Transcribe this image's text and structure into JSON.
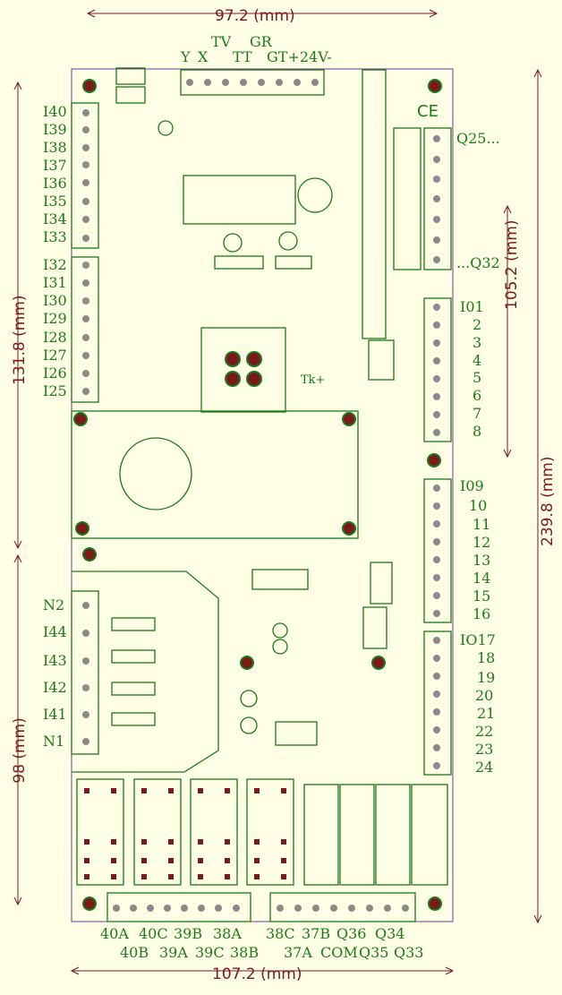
{
  "dimensions": {
    "top": "97.2 (mm)",
    "bottom": "107.2 (mm)",
    "left_upper": "131.8 (mm)",
    "left_lower": "98 (mm)",
    "right_middle": "105.2 (mm)",
    "right_full": "239.8 (mm)"
  },
  "top_connector_labels": {
    "row1": [
      "Y",
      "X",
      "TT",
      "GT+24V-"
    ],
    "row2": [
      "TV",
      "GR"
    ]
  },
  "left_inputs_upper": [
    "I40",
    "I39",
    "I38",
    "I37",
    "I36",
    "I35",
    "I34",
    "I33"
  ],
  "left_inputs_middle": [
    "I32",
    "I31",
    "I30",
    "I29",
    "I28",
    "I27",
    "I26",
    "I25"
  ],
  "left_inputs_lower": [
    "N2",
    "I44",
    "I43",
    "I42",
    "I41",
    "N1"
  ],
  "right_outputs": {
    "top": "Q25...",
    "bottom": "...Q32"
  },
  "right_io_block1": [
    "I01",
    "2",
    "3",
    "4",
    "5",
    "6",
    "7",
    "8"
  ],
  "right_io_block2": [
    "I09",
    "10",
    "11",
    "12",
    "13",
    "14",
    "15",
    "16"
  ],
  "right_io_block3": [
    "IO17",
    "18",
    "19",
    "20",
    "21",
    "22",
    "23",
    "24"
  ],
  "bottom_labels": {
    "left_row1": [
      "40A",
      "40C",
      "39B",
      "38A"
    ],
    "left_row2": [
      "40B",
      "39A",
      "39C",
      "38B"
    ],
    "right_row1": [
      "38C",
      "37B",
      "Q36",
      "Q34"
    ],
    "right_row2": [
      "37A",
      "COM",
      "Q35",
      "Q33"
    ]
  },
  "marks": {
    "ce": "CE",
    "symbol": "Tk+"
  },
  "colors": {
    "board_bg": "#ffffe6",
    "trace": "#1a7a1a",
    "dimension": "#7a1a1a",
    "hole": "#7a1a1a",
    "outline": "#7a3a8a"
  }
}
